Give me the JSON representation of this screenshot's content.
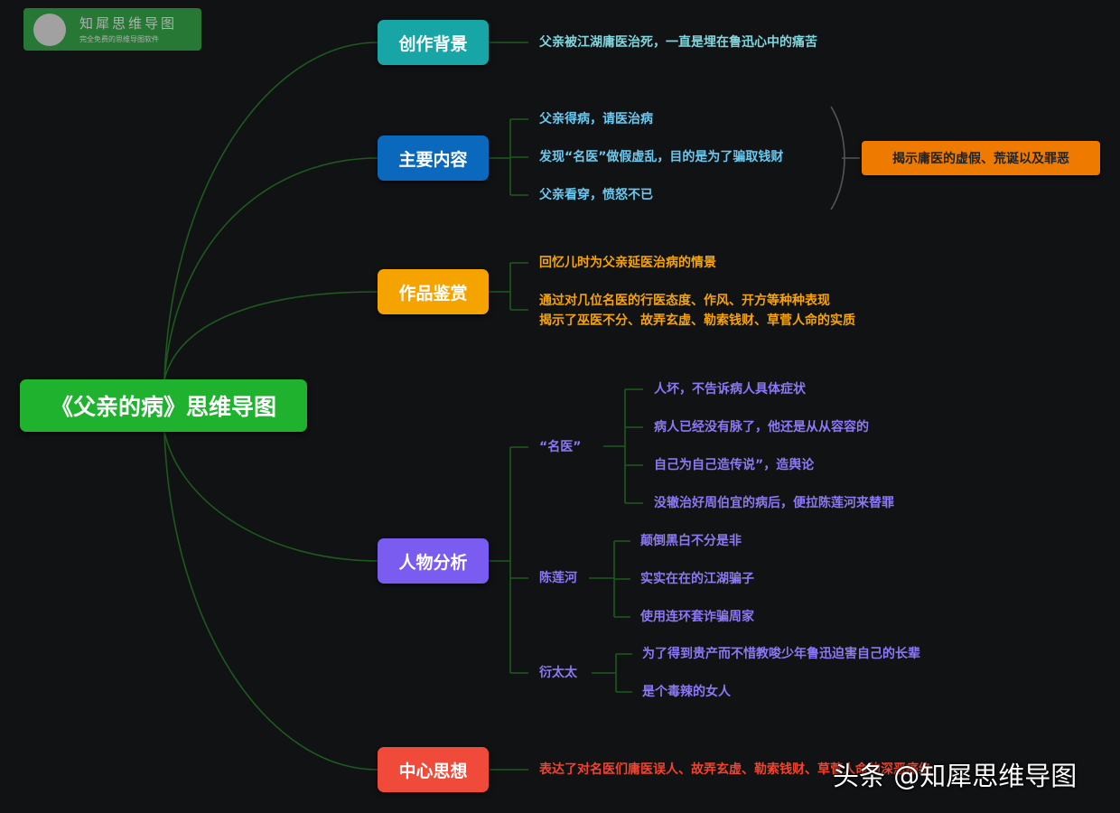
{
  "logo": {
    "name": "知犀思维导图",
    "tagline": "完全免费的思维导图软件"
  },
  "root": {
    "label": "《父亲的病》思维导图",
    "color": "#1fb22e"
  },
  "branches": [
    {
      "label": "创作背景",
      "color": "#17a5a6",
      "items": [
        "父亲被江湖庸医治死，一直是埋在鲁迅心中的痛苦"
      ]
    },
    {
      "label": "主要内容",
      "color": "#0a68bd",
      "items": [
        "父亲得病，请医治病",
        "发现“名医”做假虚乱，目的是为了骗取钱财",
        "父亲看穿，愤怒不已"
      ],
      "summary": "揭示庸医的虚假、荒诞以及罪恶",
      "summary_color": "#ef7a00"
    },
    {
      "label": "作品鉴赏",
      "color": "#f5a300",
      "items": [
        "回忆儿时为父亲延医治病的情景",
        "通过对几位名医的行医态度、作风、开方等种种表现",
        "揭示了巫医不分、故弄玄虚、勒索钱财、草菅人命的实质"
      ]
    },
    {
      "label": "人物分析",
      "color": "#7a5cf0",
      "groups": [
        {
          "name": "“名医”",
          "items": [
            "人坏，不告诉病人具体症状",
            "病人已经没有脉了，他还是从从容容的",
            "自己为自己造传说”，造舆论",
            "没辙治好周伯宜的病后，便拉陈莲河来替罪"
          ]
        },
        {
          "name": "陈莲河",
          "items": [
            "颠倒黑白不分是非",
            "实实在在的江湖骗子",
            "使用连环套诈骗周家"
          ]
        },
        {
          "name": "衍太太",
          "items": [
            "为了得到贵产而不惜教唆少年鲁迅迫害自己的长辈",
            "是个毒辣的女人"
          ]
        }
      ]
    },
    {
      "label": "中心思想",
      "color": "#f04a3a",
      "items": [
        "表达了对名医们庸医误人、故弄玄虚、勒索钱财、草菅人命的深恶痛绝"
      ]
    }
  ],
  "watermark": "头条 @知犀思维导图"
}
